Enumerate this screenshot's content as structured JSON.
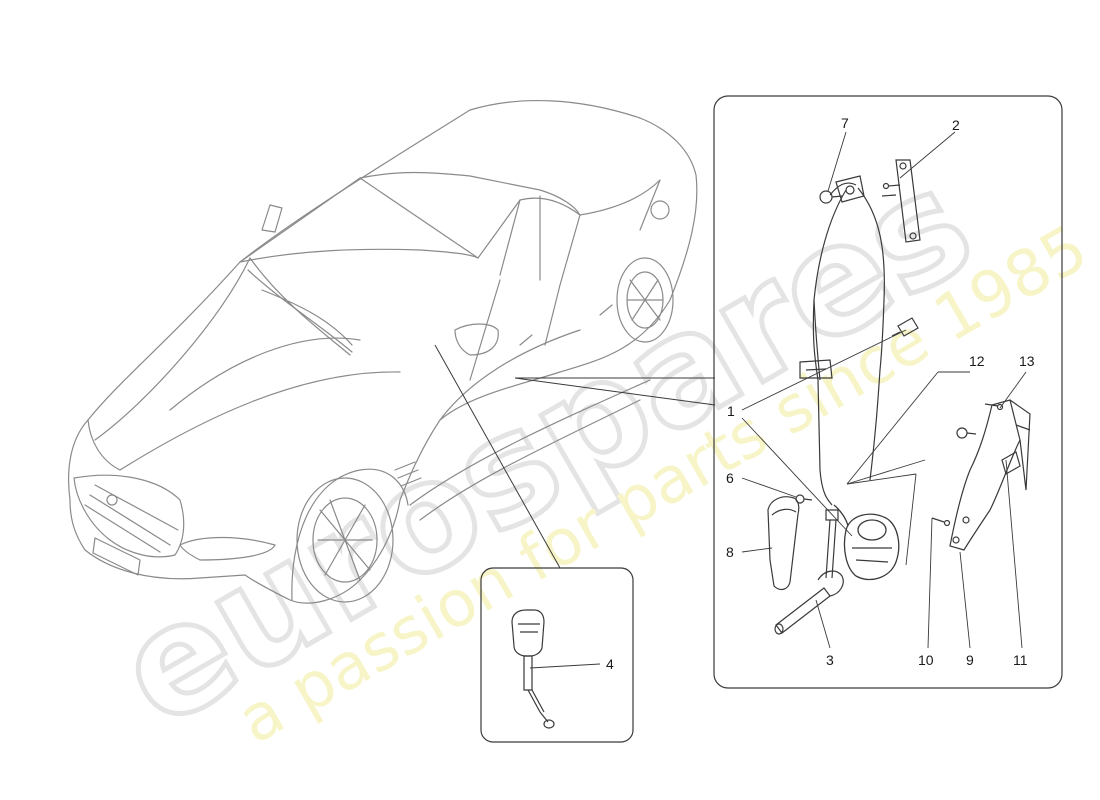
{
  "watermark": {
    "brand": "eurospares",
    "tagline": "a passion for parts since 1985",
    "brand_color": "#d9d9d9",
    "tagline_color": "#f3f0a8"
  },
  "callouts": {
    "c1": "1",
    "c2": "2",
    "c3": "3",
    "c4": "4",
    "c6": "6",
    "c7": "7",
    "c8": "8",
    "c9": "9",
    "c10": "10",
    "c11": "11",
    "c12": "12",
    "c13": "13"
  },
  "colors": {
    "line": "#3a3a3a",
    "car_line": "#8a8a8a",
    "background": "#ffffff"
  }
}
